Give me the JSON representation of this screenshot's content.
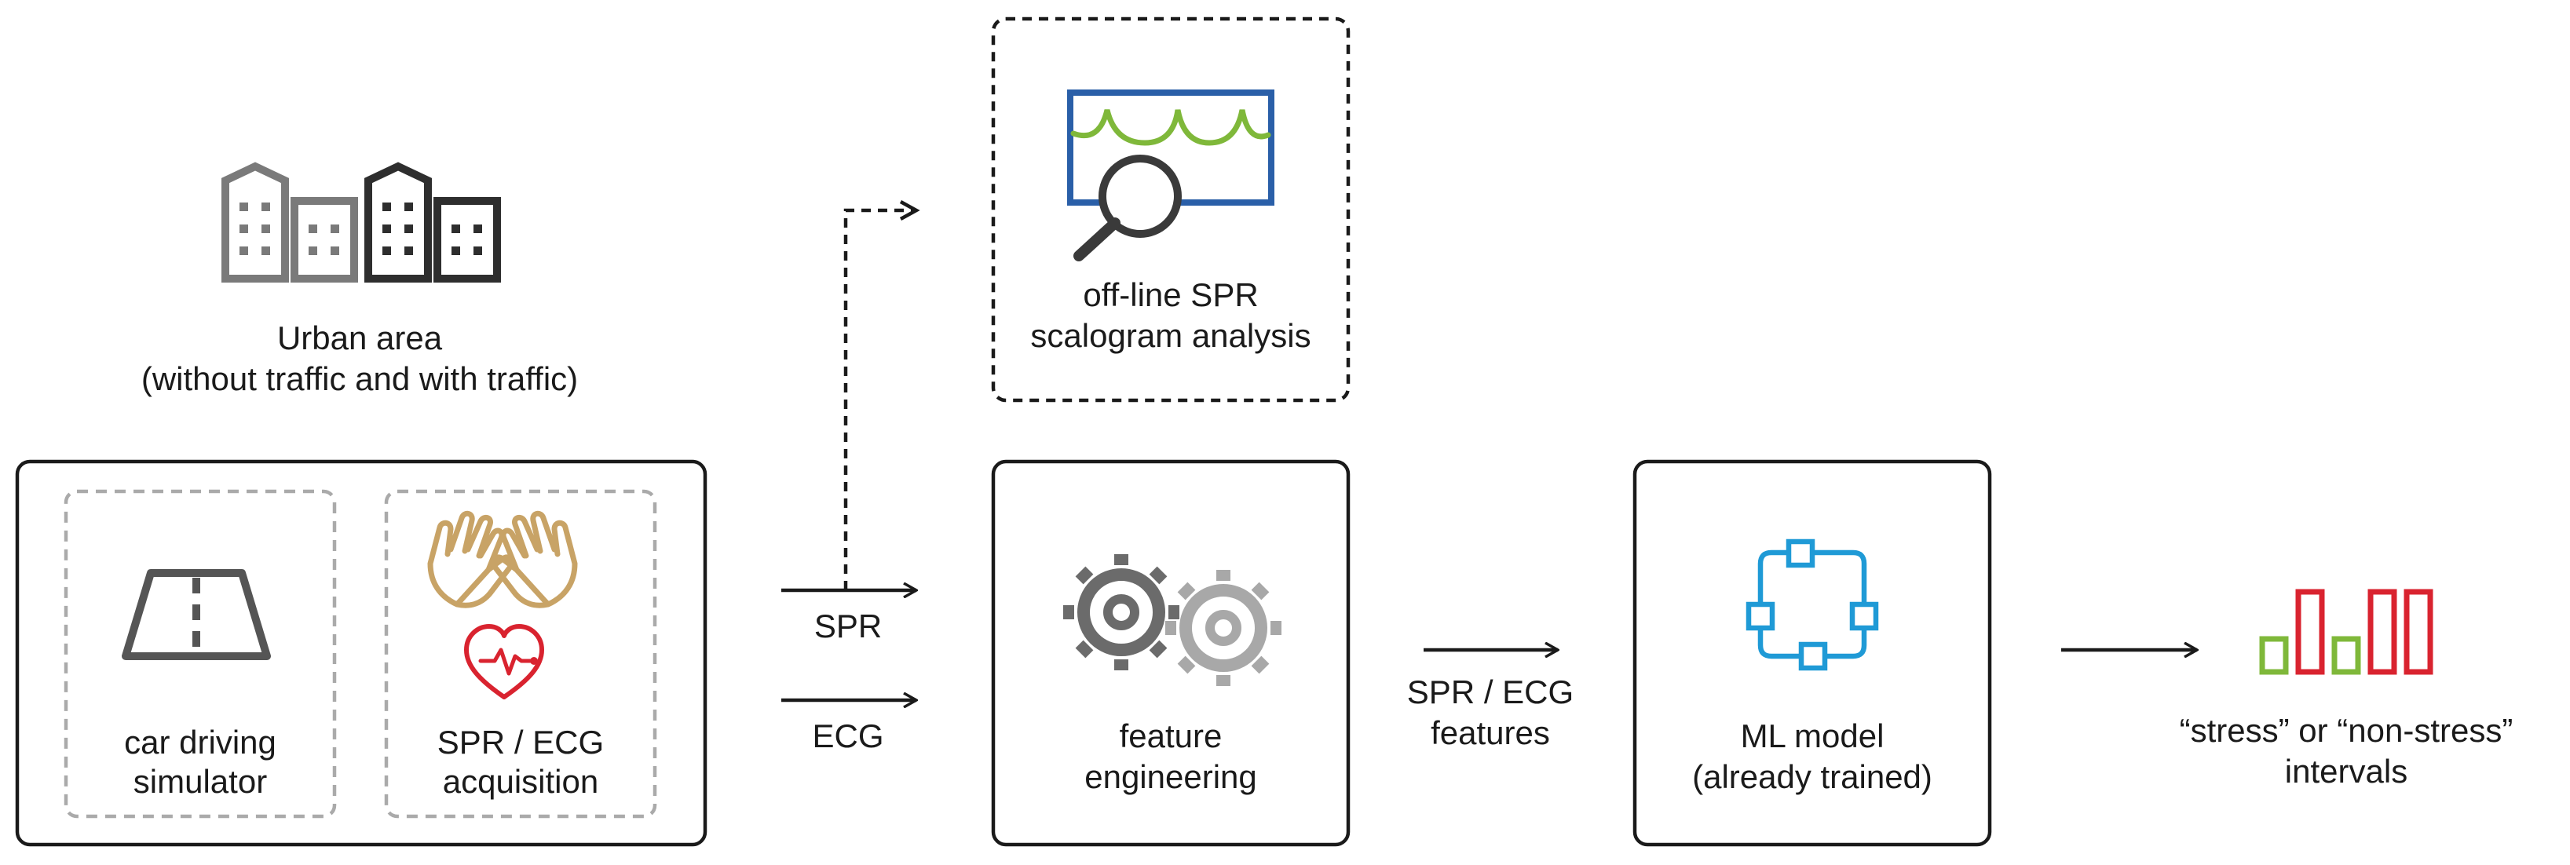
{
  "urban_area": {
    "title": "Urban area",
    "subtitle": "(without traffic and with traffic)"
  },
  "setup_box": {
    "simulator": {
      "line1": "car driving",
      "line2": "simulator"
    },
    "acquisition": {
      "line1": "SPR / ECG",
      "line2": "acquisition"
    }
  },
  "signals": {
    "spr": "SPR",
    "ecg": "ECG"
  },
  "offline_box": {
    "line1": "off-line SPR",
    "line2": "scalogram analysis"
  },
  "feature_box": {
    "line1": "feature",
    "line2": "engineering"
  },
  "features_arrow": {
    "line1": "SPR / ECG",
    "line2": "features"
  },
  "model_box": {
    "line1": "ML model",
    "line2": "(already trained)"
  },
  "output": {
    "line1": "“stress” or “non-stress”",
    "line2": "intervals",
    "bars": [
      {
        "level": 0.35,
        "status": "non-stress"
      },
      {
        "level": 0.85,
        "status": "stress"
      },
      {
        "level": 0.35,
        "status": "non-stress"
      },
      {
        "level": 0.85,
        "status": "stress"
      },
      {
        "level": 0.85,
        "status": "stress"
      }
    ]
  },
  "colors": {
    "stroke": "#1a1a1a",
    "dashed_gray": "#aaaaaa",
    "building_gray": "#7a7a7a",
    "building_dark": "#2e2e2e",
    "hands": "#c8a366",
    "heart": "#d9232f",
    "scalogram_frame": "#2a5fa8",
    "scalogram_wave": "#7fb83a",
    "magnifier": "#3a3a3a",
    "gear_dark": "#6b6b6b",
    "gear_light": "#a8a8a8",
    "network": "#1f9ad6",
    "bar_green": "#7fb83a",
    "bar_red": "#d9232f"
  },
  "icons": {
    "buildings": "buildings-icon",
    "road": "road-icon",
    "hands": "hands-icon",
    "heart": "heart-ecg-icon",
    "scalogram": "scalogram-magnifier-icon",
    "gears": "gears-icon",
    "network": "ml-network-icon",
    "bars": "bar-chart-icon"
  }
}
